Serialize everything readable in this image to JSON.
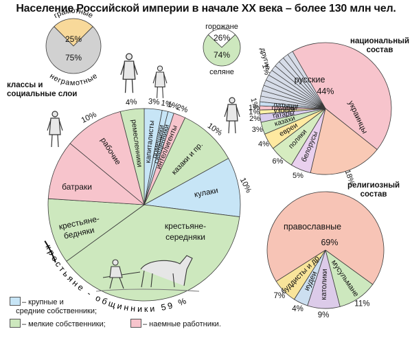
{
  "title": "Население Российской империи в начале XX века – более 130 млн чел.",
  "colors": {
    "large_owners": "#c7e5f6",
    "small_owners": "#cde8be",
    "hired_workers": "#f7c4cc",
    "literate": "#f8d99a",
    "illiterate": "#d1d1d1",
    "urban": "#ffffff",
    "rural": "#cde8be",
    "russians": "#f7c4cc",
    "orthodox": "#f7c4b6",
    "buddhists": "#f8e49a",
    "jews": "#ccdff0",
    "catholics": "#dccbe9",
    "muslims": "#cde8be",
    "ukrainians": "#f9c9b5",
    "belarusians": "#e9d0ee",
    "poles": "#d6ecc0",
    "jews_nat": "#ffe9a0",
    "kazakhs": "#cde8be",
    "tatars": "#d9cdee",
    "uzbeks": "#fff1a8",
    "georgians": "#f7c4cc",
    "latvians": "#c9dff2",
    "others": "#d6dce8"
  },
  "sections": {
    "classes": "классы и\nсоциальные слои",
    "national": "национальный\nсостав",
    "religious": "религиозный\nсостав"
  },
  "peasant_arc_label": "крестьяне - общинники 59 %",
  "legend": {
    "large": "– крупные и\n   средние собственники;",
    "small": "– мелкие собственники;",
    "hired": "– наемные работники."
  },
  "chart_data": [
    {
      "type": "pie",
      "name": "literacy",
      "slices": [
        {
          "label": "грамотные",
          "value": 25,
          "display": "25%"
        },
        {
          "label": "неграмотные",
          "value": 75,
          "display": "75%"
        }
      ]
    },
    {
      "type": "pie",
      "name": "urban_rural",
      "slices": [
        {
          "label": "горожане",
          "value": 26,
          "display": "26%"
        },
        {
          "label": "селяне",
          "value": 74,
          "display": "74%"
        }
      ]
    },
    {
      "type": "pie",
      "name": "classes",
      "slices": [
        {
          "label": "капиталисты",
          "value": 3,
          "display": "3%",
          "group": "large"
        },
        {
          "label": "помещики",
          "value": 1,
          "display": "1%",
          "group": "large"
        },
        {
          "label": "священники",
          "value": 1,
          "display": "1%",
          "group": "large"
        },
        {
          "label": "интеллигенты",
          "value": 2,
          "display": "2%",
          "group": "hired"
        },
        {
          "label": "казаки и пр.",
          "value": 10,
          "display": "10%",
          "group": "small"
        },
        {
          "label": "кулаки",
          "value": 10,
          "display": "10%",
          "group": "large"
        },
        {
          "label": "крестьяне-середняки",
          "value": 38,
          "display": "",
          "group": "small"
        },
        {
          "label": "крестьяне-бедняки",
          "value": 11,
          "display": "",
          "group": "small"
        },
        {
          "label": "батраки",
          "value": 10,
          "display": "",
          "group": "hired"
        },
        {
          "label": "рабочие",
          "value": 10,
          "display": "10%",
          "group": "hired"
        },
        {
          "label": "ремесленники",
          "value": 4,
          "display": "4%",
          "group": "small"
        }
      ]
    },
    {
      "type": "pie",
      "name": "national",
      "slices": [
        {
          "label": "русские",
          "value": 44,
          "display": "44%"
        },
        {
          "label": "украинцы",
          "value": 18,
          "display": "18%"
        },
        {
          "label": "белорусы",
          "value": 5,
          "display": "5%"
        },
        {
          "label": "поляки",
          "value": 6,
          "display": "6%"
        },
        {
          "label": "евреи",
          "value": 4,
          "display": "4%"
        },
        {
          "label": "казахи",
          "value": 3,
          "display": "3%"
        },
        {
          "label": "татары",
          "value": 2,
          "display": "2%"
        },
        {
          "label": "узбеки",
          "value": 1,
          "display": "1%"
        },
        {
          "label": "грузины",
          "value": 1,
          "display": "1%"
        },
        {
          "label": "латыши",
          "value": 1,
          "display": "1%"
        },
        {
          "label": "другие",
          "value": 15,
          "display": "1%"
        }
      ]
    },
    {
      "type": "pie",
      "name": "religious",
      "slices": [
        {
          "label": "православные",
          "value": 69,
          "display": "69%"
        },
        {
          "label": "мусульмане",
          "value": 11,
          "display": "11%"
        },
        {
          "label": "католики",
          "value": 9,
          "display": "9%"
        },
        {
          "label": "иудеи",
          "value": 4,
          "display": "4%"
        },
        {
          "label": "буддисты и др.",
          "value": 7,
          "display": "7%"
        }
      ]
    }
  ]
}
